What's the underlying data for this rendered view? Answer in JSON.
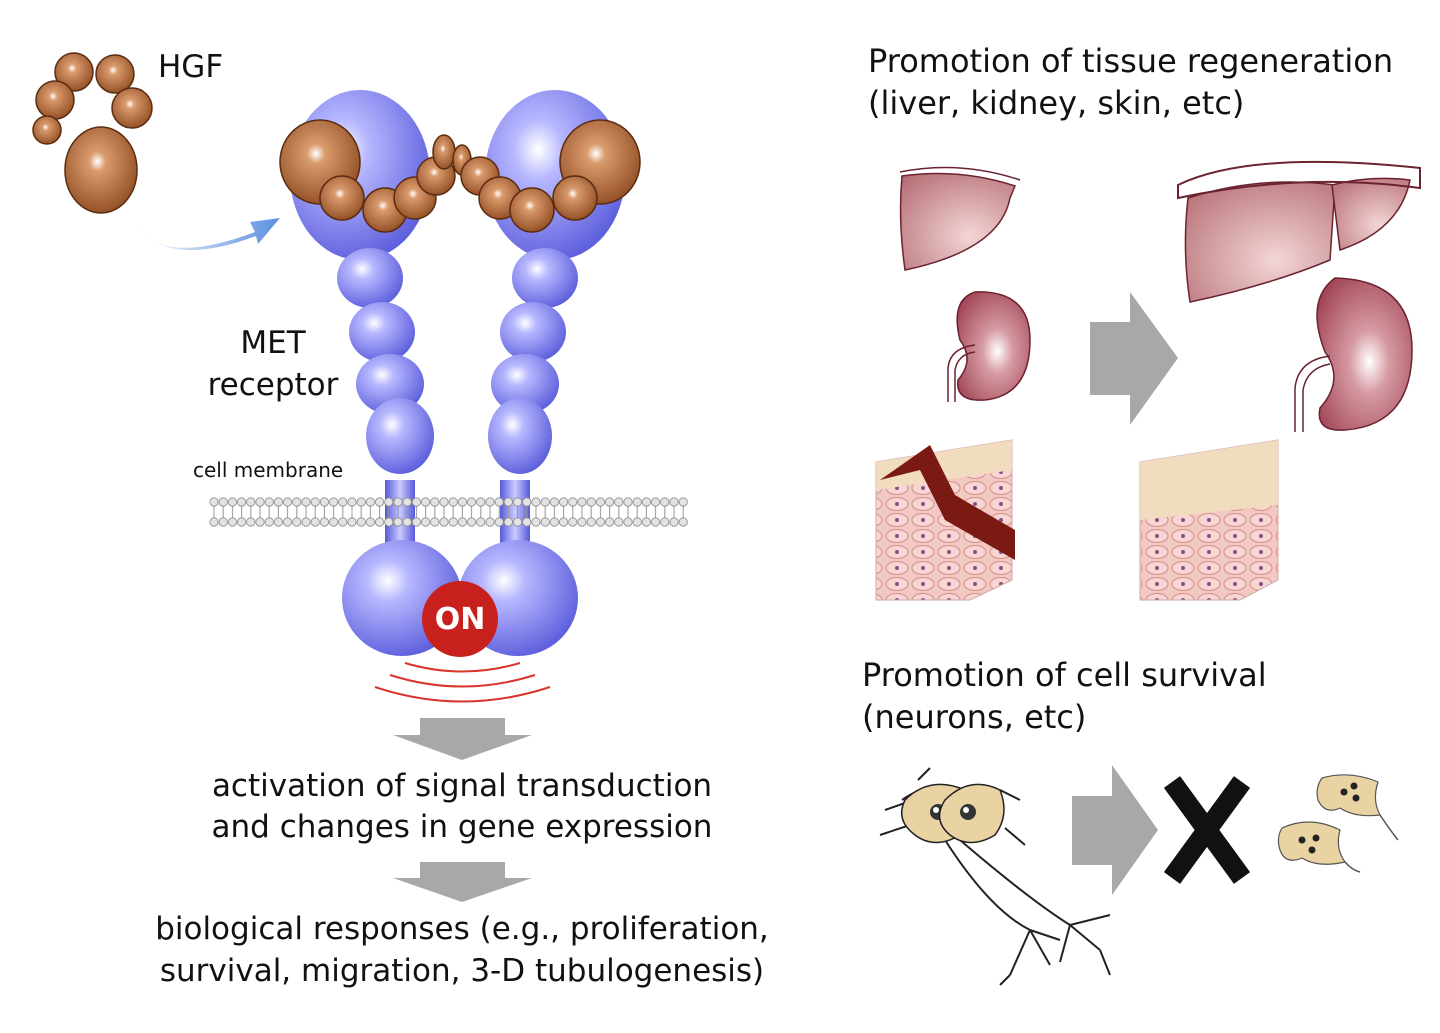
{
  "labels": {
    "hgf": "HGF",
    "met_line1": "MET",
    "met_line2": "receptor",
    "cell_membrane": "cell membrane",
    "on_badge": "ON",
    "signal_line1": "activation of signal transduction",
    "signal_line2": "and changes in gene expression",
    "bio_line1": "biological responses (e.g., proliferation,",
    "bio_line2": "survival, migration, 3-D tubulogenesis)",
    "regen_line1": "Promotion of tissue regeneration",
    "regen_line2": "(liver, kidney, skin, etc)",
    "survival_line1": "Promotion of cell survival",
    "survival_line2": "(neurons, etc)"
  },
  "colors": {
    "receptor_blue": "#7b7cf0",
    "hgf_brown": "#b5683a",
    "on_red": "#c8201c",
    "arrow_gray": "#a8a8a8",
    "organ_red": "#a8485a",
    "neuron_tan": "#ead3a3",
    "cross_black": "#111111"
  }
}
